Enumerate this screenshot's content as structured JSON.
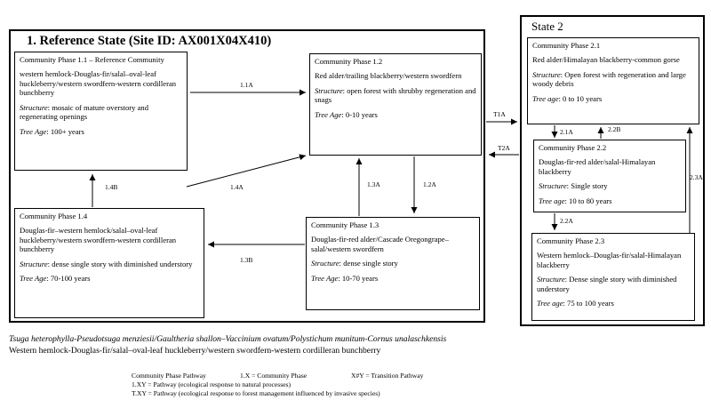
{
  "state1": {
    "title": "1. Reference State (Site ID: AX001X04X410)"
  },
  "state2": {
    "title": "State 2"
  },
  "phases": {
    "p11": {
      "title": "Community  Phase 1.1 – Reference Community",
      "plant": "western hemlock-Douglas-fir/salal–oval-leaf huckleberry/western swordfern-western cordilleran bunchberry",
      "structure_label": "Structure",
      "structure": ": mosaic of mature overstory and regenerating openings",
      "age_label": "Tree Age",
      "age": ": 100+ years"
    },
    "p12": {
      "title": "Community  Phase 1.2",
      "plant": "Red alder/trailing blackberry/western swordfern",
      "structure_label": "Structure",
      "structure": ": open forest with shrubby regeneration  and snags",
      "age_label": "Tree Age",
      "age": ": 0-10 years"
    },
    "p13": {
      "title": "Community  Phase 1.3",
      "plant": "Douglas-fir-red alder/Cascade Oregongrape–salal/western swordfern",
      "structure_label": "Structure",
      "structure": ": dense single  story",
      "age_label": "Tree Age",
      "age": ": 10-70 years"
    },
    "p14": {
      "title": "Community  Phase 1.4",
      "plant": "Douglas-fir–western  hemlock/salal–oval-leaf huckleberry/western  swordfern-western cordilleran  bunchberry",
      "structure_label": "Structure",
      "structure": ": dense single story with diminished understory",
      "age_label": "Tree Age",
      "age": ": 70-100 years"
    },
    "p21": {
      "title": "Community  Phase 2.1",
      "plant": "Red alder/Himalayan blackberry-common gorse",
      "structure_label": "Structure",
      "structure": ":  Open forest with regeneration  and large woody debris",
      "age_label": "Tree age",
      "age": ": 0 to 10 years"
    },
    "p22": {
      "title": "Community  Phase 2.2",
      "plant": "Douglas-fir-red  alder/salal-Himalayan blackberry",
      "structure_label": "Structure",
      "structure": ":  Single  story",
      "age_label": "Tree age",
      "age": ":  10 to 80 years"
    },
    "p23": {
      "title": "Community  Phase 2.3",
      "plant": "Western hemlock–Douglas-fir/salal-Himalayan  blackberry",
      "structure_label": "Structure",
      "structure": ": Dense single  story with diminished  understory",
      "age_label": "Tree  age",
      "age": ":  75 to 100 years"
    }
  },
  "pathways": {
    "a11a": "1.1A",
    "a12a": "1.2A",
    "a13a": "1.3A",
    "a13b": "1.3B",
    "a14a": "1.4A",
    "a14b": "1.4B",
    "a21a": "2.1A",
    "a22a": "2.2A",
    "a22b": "2.2B",
    "a23a": "2.3A",
    "t1a": "T1A",
    "t2a": "T2A"
  },
  "names": {
    "scientific": "Tsuga heterophylla-Pseudotsuga menziesii/Gaultheria shallon–Vaccinium ovatum/Polystichum munitum-Cornus unalaschkensis",
    "common": "Western hemlock-Douglas-fir/salal–oval-leaf  huckleberry/western  swordfern-western  cordilleran  bunchberry"
  },
  "legend": {
    "pathway": "Community Phase Pathway",
    "phase": "1.X = Community  Phase",
    "transition": "X#Y = Transition Pathway",
    "natural": "1.XY = Pathway (ecological response to natural processes)",
    "managed": "T.XY = Pathway (ecological response to forest management influenced by invasive species)"
  }
}
